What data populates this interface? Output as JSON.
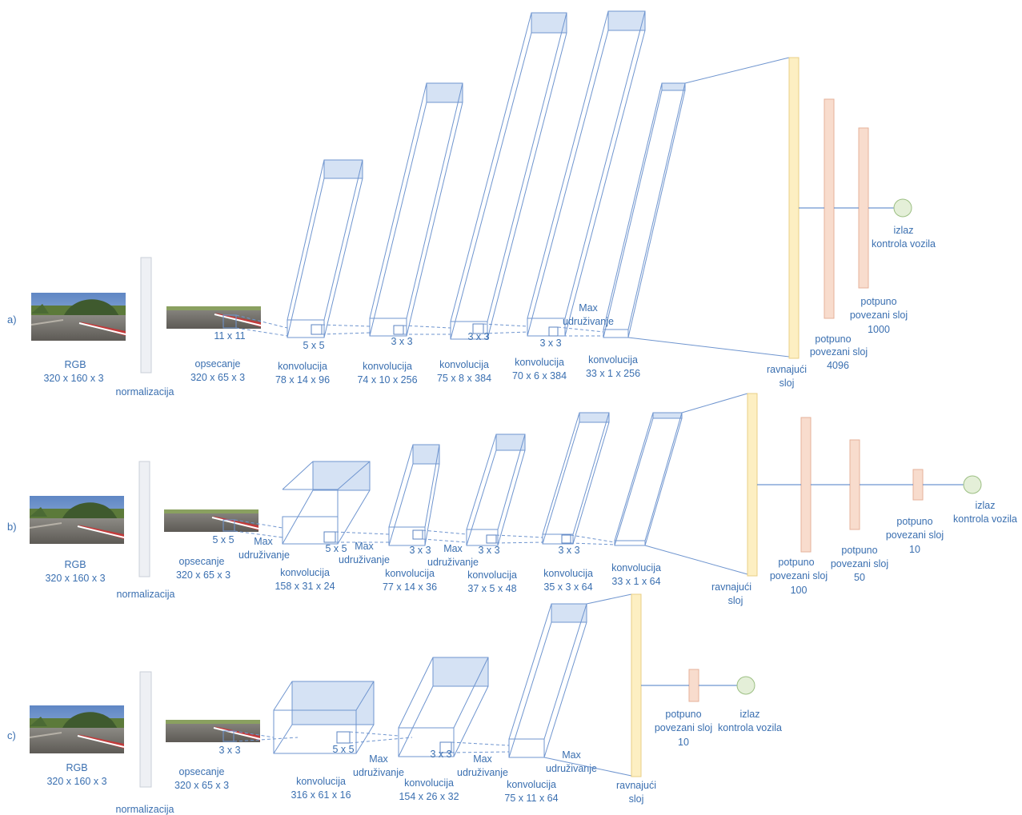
{
  "colors": {
    "label": "#3a6fb0",
    "layer_stroke": "#6f95cf",
    "layer_face": "#d5e2f4",
    "normalization": "#eef0f4",
    "flatten": "#fdefc2",
    "fully_connected": "#f8dccd",
    "output": "#e4efd8"
  },
  "rows": {
    "a": {
      "label": "a)",
      "input": [
        "RGB",
        "320 x 160 x 3"
      ],
      "normalization": "normalizacija",
      "crop": [
        "opsecanje",
        "320 x 65 x 3"
      ],
      "crop_kernel": "11 x 11",
      "kernels": [
        "5 x 5",
        "3 x 3",
        "3 x 3",
        "3 x 3"
      ],
      "pool": [
        "Max",
        "udruživanje"
      ],
      "convs": [
        [
          "konvolucija",
          "78 x 14 x 96"
        ],
        [
          "konvolucija",
          "74 x 10 x 256"
        ],
        [
          "konvolucija",
          "75 x 8 x 384"
        ],
        [
          "konvolucija",
          "70 x 6 x 384"
        ],
        [
          "konvolucija",
          "33 x 1 x 256"
        ]
      ],
      "flatten": [
        "ravnajući",
        "sloj"
      ],
      "fc": [
        [
          "potpuno",
          "povezani sloj",
          "4096"
        ],
        [
          "potpuno",
          "povezani sloj",
          "1000"
        ]
      ],
      "output": [
        "izlaz",
        "kontrola vozila"
      ]
    },
    "b": {
      "label": "b)",
      "input": [
        "RGB",
        "320 x 160 x 3"
      ],
      "normalization": "normalizacija",
      "crop": [
        "opsecanje",
        "320 x 65 x 3"
      ],
      "crop_kernel": "5 x 5",
      "kernels": [
        "5 x 5",
        "3 x 3",
        "3 x 3",
        "3 x 3"
      ],
      "pools": [
        [
          "Max",
          "udruživanje"
        ],
        [
          "Max",
          "udruživanje"
        ],
        [
          "Max",
          "udruživanje"
        ]
      ],
      "convs": [
        [
          "konvolucija",
          "158 x 31 x 24"
        ],
        [
          "konvolucija",
          "77 x 14 x 36"
        ],
        [
          "konvolucija",
          "37 x 5 x 48"
        ],
        [
          "konvolucija",
          "35 x 3 x 64"
        ],
        [
          "konvolucija",
          "33 x 1 x 64"
        ]
      ],
      "flatten": [
        "ravnajući",
        "sloj"
      ],
      "fc": [
        [
          "potpuno",
          "povezani sloj",
          "100"
        ],
        [
          "potpuno",
          "povezani sloj",
          "50"
        ],
        [
          "potpuno",
          "povezani sloj",
          "10"
        ]
      ],
      "output": [
        "izlaz",
        "kontrola vozila"
      ]
    },
    "c": {
      "label": "c)",
      "input": [
        "RGB",
        "320 x 160 x 3"
      ],
      "normalization": "normalizacija",
      "crop": [
        "opsecanje",
        "320 x 65 x 3"
      ],
      "crop_kernel": "3 x 3",
      "kernels": [
        "5 x 5",
        "3 x 3"
      ],
      "pools": [
        [
          "Max",
          "udruživanje"
        ],
        [
          "Max",
          "udruživanje"
        ],
        [
          "Max",
          "udruživanje"
        ]
      ],
      "convs": [
        [
          "konvolucija",
          "316 x 61 x 16"
        ],
        [
          "konvolucija",
          "154 x 26 x 32"
        ],
        [
          "konvolucija",
          "75 x 11 x 64"
        ]
      ],
      "flatten": [
        "ravnajući",
        "sloj"
      ],
      "fc": [
        [
          "potpuno",
          "povezani sloj",
          "10"
        ]
      ],
      "output": [
        "izlaz",
        "kontrola vozila"
      ]
    }
  }
}
